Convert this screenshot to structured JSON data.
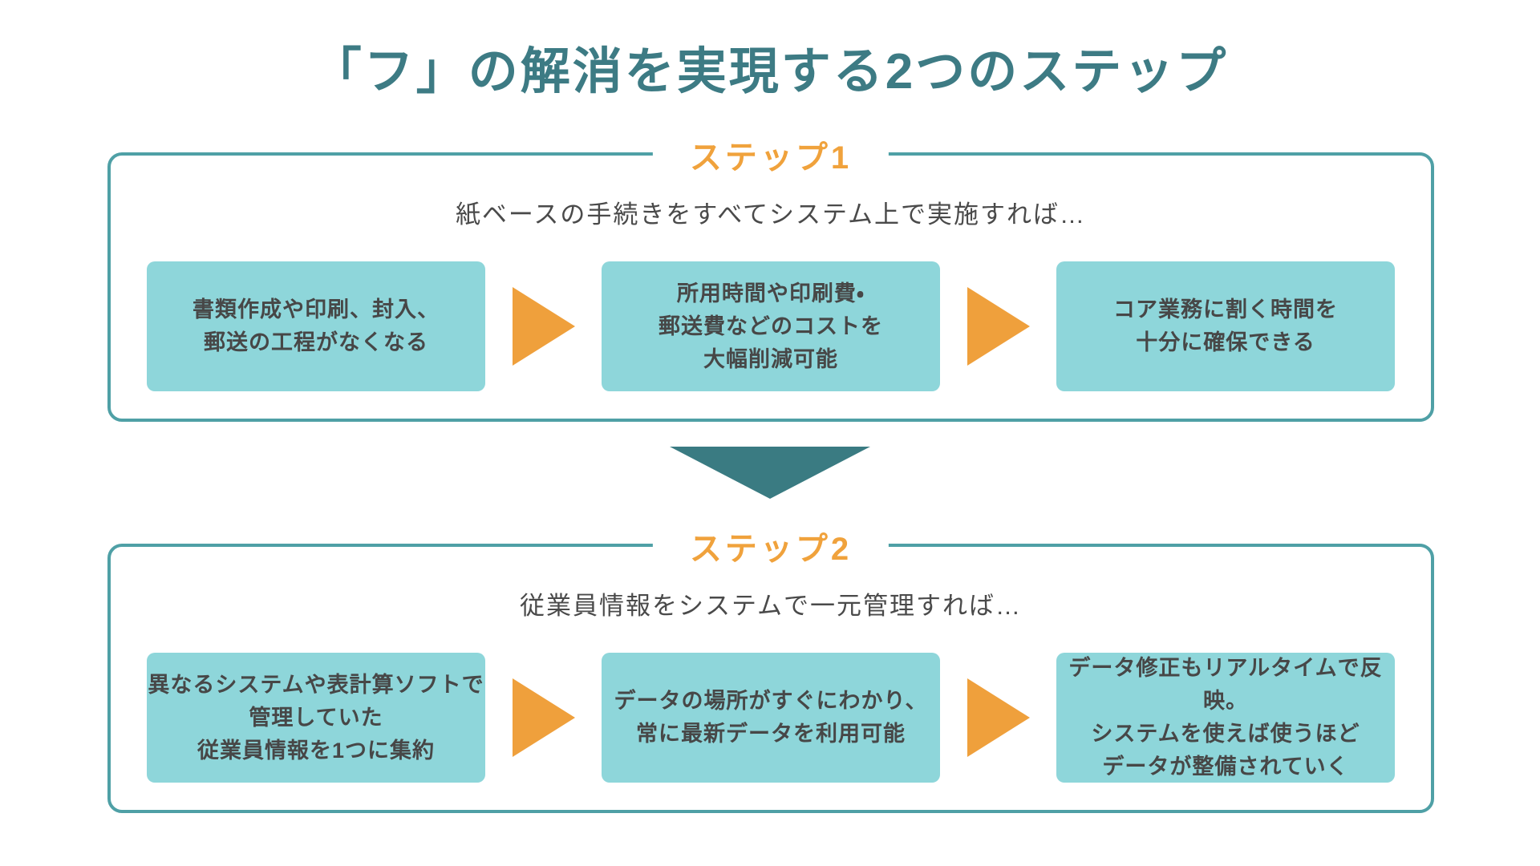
{
  "page": {
    "title": "「フ」の解消を実現する2つのステップ"
  },
  "colors": {
    "title_teal": "#3d7b84",
    "section_border_teal": "#4fa0a6",
    "box_fill_teal": "#8ed6da",
    "accent_orange": "#f0a23c",
    "down_arrow_teal": "#3a7b82",
    "body_text": "#4a4a4a",
    "background": "#ffffff"
  },
  "icons": {
    "flow_arrow": "right-triangle",
    "transition_arrow": "down-triangle"
  },
  "steps": [
    {
      "label": "ステップ1",
      "subtitle": "紙ベースの手続きをすべてシステム上で実施すれば…",
      "boxes": [
        {
          "lines": [
            "書類作成や印刷、封入、",
            "郵送の工程がなくなる"
          ]
        },
        {
          "lines": [
            "所用時間や印刷費・",
            "郵送費などのコストを",
            "大幅削減可能"
          ]
        },
        {
          "lines": [
            "コア業務に割く時間を",
            "十分に確保できる"
          ]
        }
      ]
    },
    {
      "label": "ステップ2",
      "subtitle": "従業員情報をシステムで一元管理すれば…",
      "boxes": [
        {
          "lines": [
            "異なるシステムや表計算ソフトで",
            "管理していた",
            "従業員情報を1つに集約"
          ]
        },
        {
          "lines": [
            "データの場所がすぐにわかり、",
            "常に最新データを利用可能"
          ]
        },
        {
          "lines": [
            "データ修正もリアルタイムで反映。",
            "システムを使えば使うほど",
            "データが整備されていく"
          ]
        }
      ]
    }
  ]
}
